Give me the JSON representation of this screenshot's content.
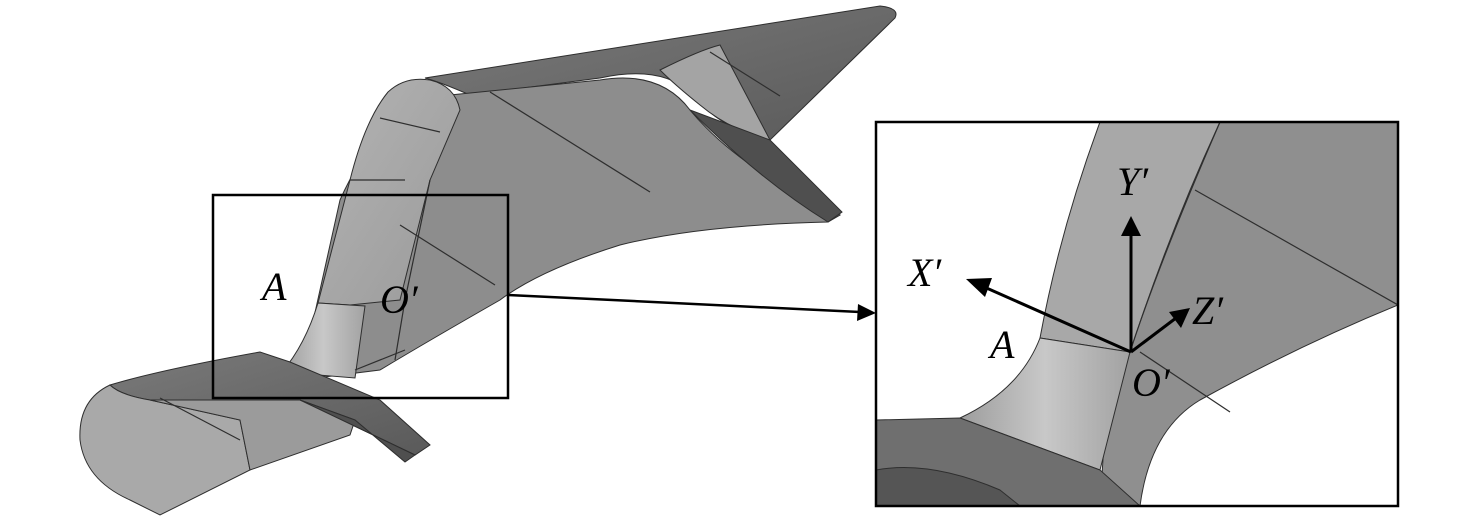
{
  "main_view": {
    "point_a_label": "A",
    "origin_label": "O′"
  },
  "detail_view": {
    "axis_x_label": "X′",
    "axis_y_label": "Y′",
    "axis_z_label": "Z′",
    "point_a_label": "A",
    "origin_label": "O′"
  },
  "colors": {
    "surface_light": "#a9a9a9",
    "surface_mid": "#8f8f8f",
    "surface_dark": "#6b6b6b",
    "edge": "#2e2e2e",
    "frame": "#000000"
  }
}
